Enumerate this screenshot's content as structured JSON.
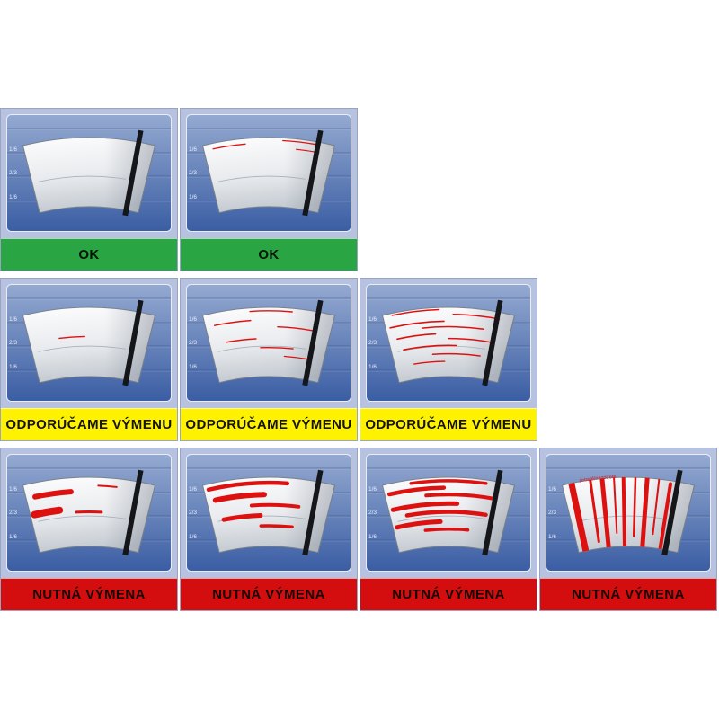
{
  "zone_labels": [
    "1/6",
    "2/3",
    "1/6"
  ],
  "statuses": {
    "ok": {
      "label": "OK",
      "bar_color": "#29a643",
      "text_color": "#061407"
    },
    "recommend": {
      "label": "ODPORÚČAME VÝMENU",
      "bar_color": "#fff200",
      "text_color": "#141204"
    },
    "required": {
      "label": "NUTNÁ VÝMENA",
      "bar_color": "#d40e0e",
      "text_color": "#1a0404"
    }
  },
  "colors": {
    "cell_bg": "#b6c2e0",
    "panel_top": "#95aad1",
    "panel_bottom": "#3a5da3",
    "glass_top": "#fdfdfe",
    "glass_mid": "#e9ebee",
    "glass_bottom": "#c4cad1",
    "blade": "#14161a",
    "streak": "#de1111",
    "grid_line": "#2c4a86",
    "zone_text": "#e6edfb"
  },
  "rows": [
    {
      "status": "ok",
      "cells": [
        {
          "streaks": []
        },
        {
          "streaks": [
            {
              "t": 0.92,
              "a1": -12,
              "a2": -5,
              "w": 1.3
            },
            {
              "t": 0.96,
              "a1": 3,
              "a2": 10,
              "w": 1.3
            },
            {
              "t": 0.85,
              "a1": 6,
              "a2": 11,
              "w": 1.2
            }
          ]
        }
      ]
    },
    {
      "status": "recommend",
      "cells": [
        {
          "streaks": [
            {
              "t": 0.58,
              "a1": -7,
              "a2": -1,
              "w": 1.4
            }
          ]
        },
        {
          "streaks": [
            {
              "t": 0.95,
              "a1": -4,
              "a2": 5,
              "w": 1.4
            },
            {
              "t": 0.82,
              "a1": -12,
              "a2": -4,
              "w": 1.5
            },
            {
              "t": 0.72,
              "a1": 2,
              "a2": 10,
              "w": 1.4
            },
            {
              "t": 0.55,
              "a1": -10,
              "a2": -3,
              "w": 1.5
            },
            {
              "t": 0.42,
              "a1": -2,
              "a2": 6,
              "w": 1.4
            },
            {
              "t": 0.3,
              "a1": 4,
              "a2": 10,
              "w": 1.3
            }
          ]
        },
        {
          "streaks": [
            {
              "t": 0.97,
              "a1": -12,
              "a2": -2,
              "w": 1.5
            },
            {
              "t": 0.9,
              "a1": 1,
              "a2": 11,
              "w": 1.5
            },
            {
              "t": 0.8,
              "a1": -13,
              "a2": -1,
              "w": 1.6
            },
            {
              "t": 0.72,
              "a1": -6,
              "a2": 8,
              "w": 1.5
            },
            {
              "t": 0.62,
              "a1": -12,
              "a2": -3,
              "w": 1.6
            },
            {
              "t": 0.55,
              "a1": 0,
              "a2": 10,
              "w": 1.5
            },
            {
              "t": 0.45,
              "a1": -11,
              "a2": 2,
              "w": 1.6
            },
            {
              "t": 0.33,
              "a1": -4,
              "a2": 8,
              "w": 1.5
            },
            {
              "t": 0.22,
              "a1": -9,
              "a2": -1,
              "w": 1.4
            }
          ]
        }
      ]
    },
    {
      "status": "required",
      "cells": [
        {
          "streaks": [
            {
              "t": 0.8,
              "a1": -12,
              "a2": -4,
              "w": 6
            },
            {
              "t": 0.55,
              "a1": -13,
              "a2": -7,
              "w": 8
            },
            {
              "t": 0.5,
              "a1": -3,
              "a2": 3,
              "w": 3
            },
            {
              "t": 0.88,
              "a1": 2,
              "a2": 6,
              "w": 2
            }
          ]
        },
        {
          "streaks": [
            {
              "t": 0.92,
              "a1": -13,
              "a2": 4,
              "w": 4.5
            },
            {
              "t": 0.75,
              "a1": -12,
              "a2": -1,
              "w": 6
            },
            {
              "t": 0.6,
              "a1": -4,
              "a2": 7,
              "w": 4
            },
            {
              "t": 0.45,
              "a1": -11,
              "a2": -2,
              "w": 5
            },
            {
              "t": 0.3,
              "a1": -2,
              "a2": 6,
              "w": 3.5
            }
          ]
        },
        {
          "streaks": [
            {
              "t": 0.95,
              "a1": -8,
              "a2": 8,
              "w": 3.5
            },
            {
              "t": 0.85,
              "a1": -13,
              "a2": -1,
              "w": 4.5
            },
            {
              "t": 0.75,
              "a1": -5,
              "a2": 10,
              "w": 4
            },
            {
              "t": 0.62,
              "a1": -13,
              "a2": 2,
              "w": 5
            },
            {
              "t": 0.5,
              "a1": -10,
              "a2": 9,
              "w": 4.5
            },
            {
              "t": 0.36,
              "a1": -13,
              "a2": -2,
              "w": 5
            },
            {
              "t": 0.25,
              "a1": -6,
              "a2": 5,
              "w": 3.5
            }
          ]
        },
        {
          "top_text": "zotreté/nezotreté",
          "streaks": [
            {
              "type": "radial",
              "a": -12,
              "t1": 0,
              "t2": 1,
              "w": 7
            },
            {
              "type": "radial",
              "a": -8,
              "t1": 0.1,
              "t2": 1,
              "w": 3
            },
            {
              "type": "radial",
              "a": -5.5,
              "t1": 0,
              "t2": 1,
              "w": 5
            },
            {
              "type": "radial",
              "a": -3,
              "t1": 0.2,
              "t2": 1,
              "w": 2
            },
            {
              "type": "radial",
              "a": -1,
              "t1": 0,
              "t2": 1,
              "w": 4
            },
            {
              "type": "radial",
              "a": 1.5,
              "t1": 0.15,
              "t2": 1,
              "w": 2.5
            },
            {
              "type": "radial",
              "a": 4,
              "t1": 0,
              "t2": 1,
              "w": 5
            },
            {
              "type": "radial",
              "a": 6.5,
              "t1": 0.2,
              "t2": 1,
              "w": 2
            },
            {
              "type": "radial",
              "a": 9,
              "t1": 0,
              "t2": 0.95,
              "w": 4
            }
          ]
        }
      ]
    }
  ]
}
